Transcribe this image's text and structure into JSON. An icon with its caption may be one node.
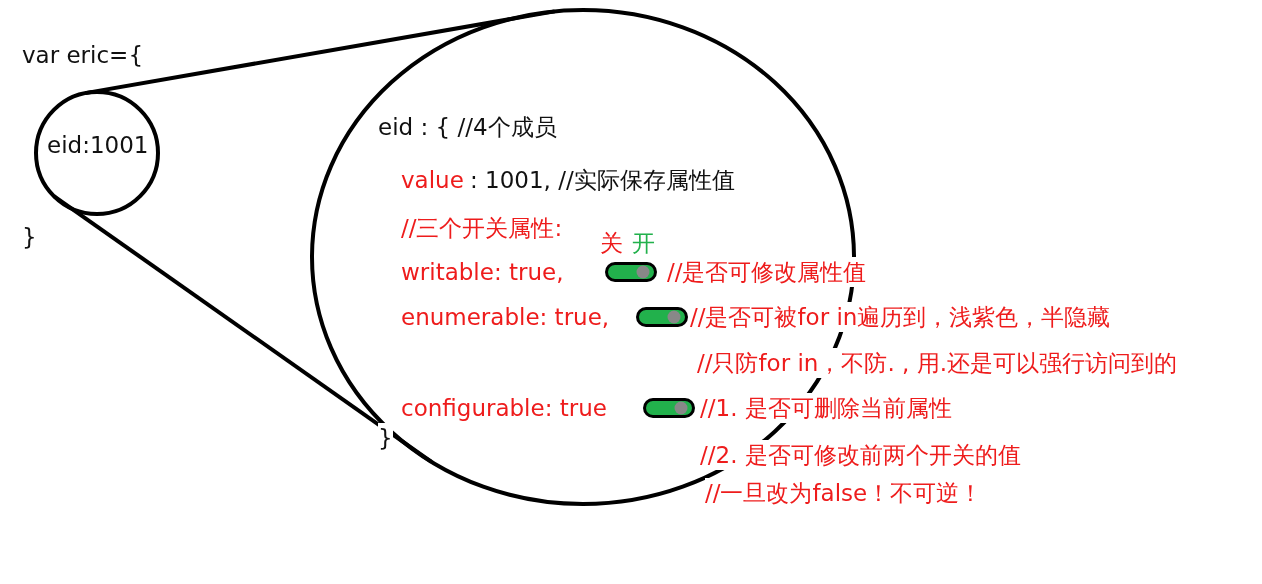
{
  "diagram": {
    "nodes": [
      {
        "text": [
          "eid:1001"
        ]
      },
      {
        "text": [
          "eid : { //4个成员",
          "value",
          ": 1001, //实际保存属性值",
          "//三个开关属性:",
          "writable: true,",
          "//是否可修改属性值",
          "enumerable: true,",
          "//是否可被for in遍历到，浅紫色，半隐藏",
          "//只防for in，不防. , 用.还是可以强行访问到的",
          "configurable: true",
          "//1. 是否可删除当前属性",
          "//2. 是否可修改前两个开关的值",
          "//一旦改为false！不可逆！",
          "}"
        ]
      }
    ],
    "edges": [
      {
        "from": 0,
        "to": 1,
        "arrow": "none"
      },
      {
        "from": 0,
        "to": 1,
        "arrow": "none"
      }
    ],
    "labels": [
      "var eric={",
      "}",
      "关",
      "开"
    ]
  }
}
